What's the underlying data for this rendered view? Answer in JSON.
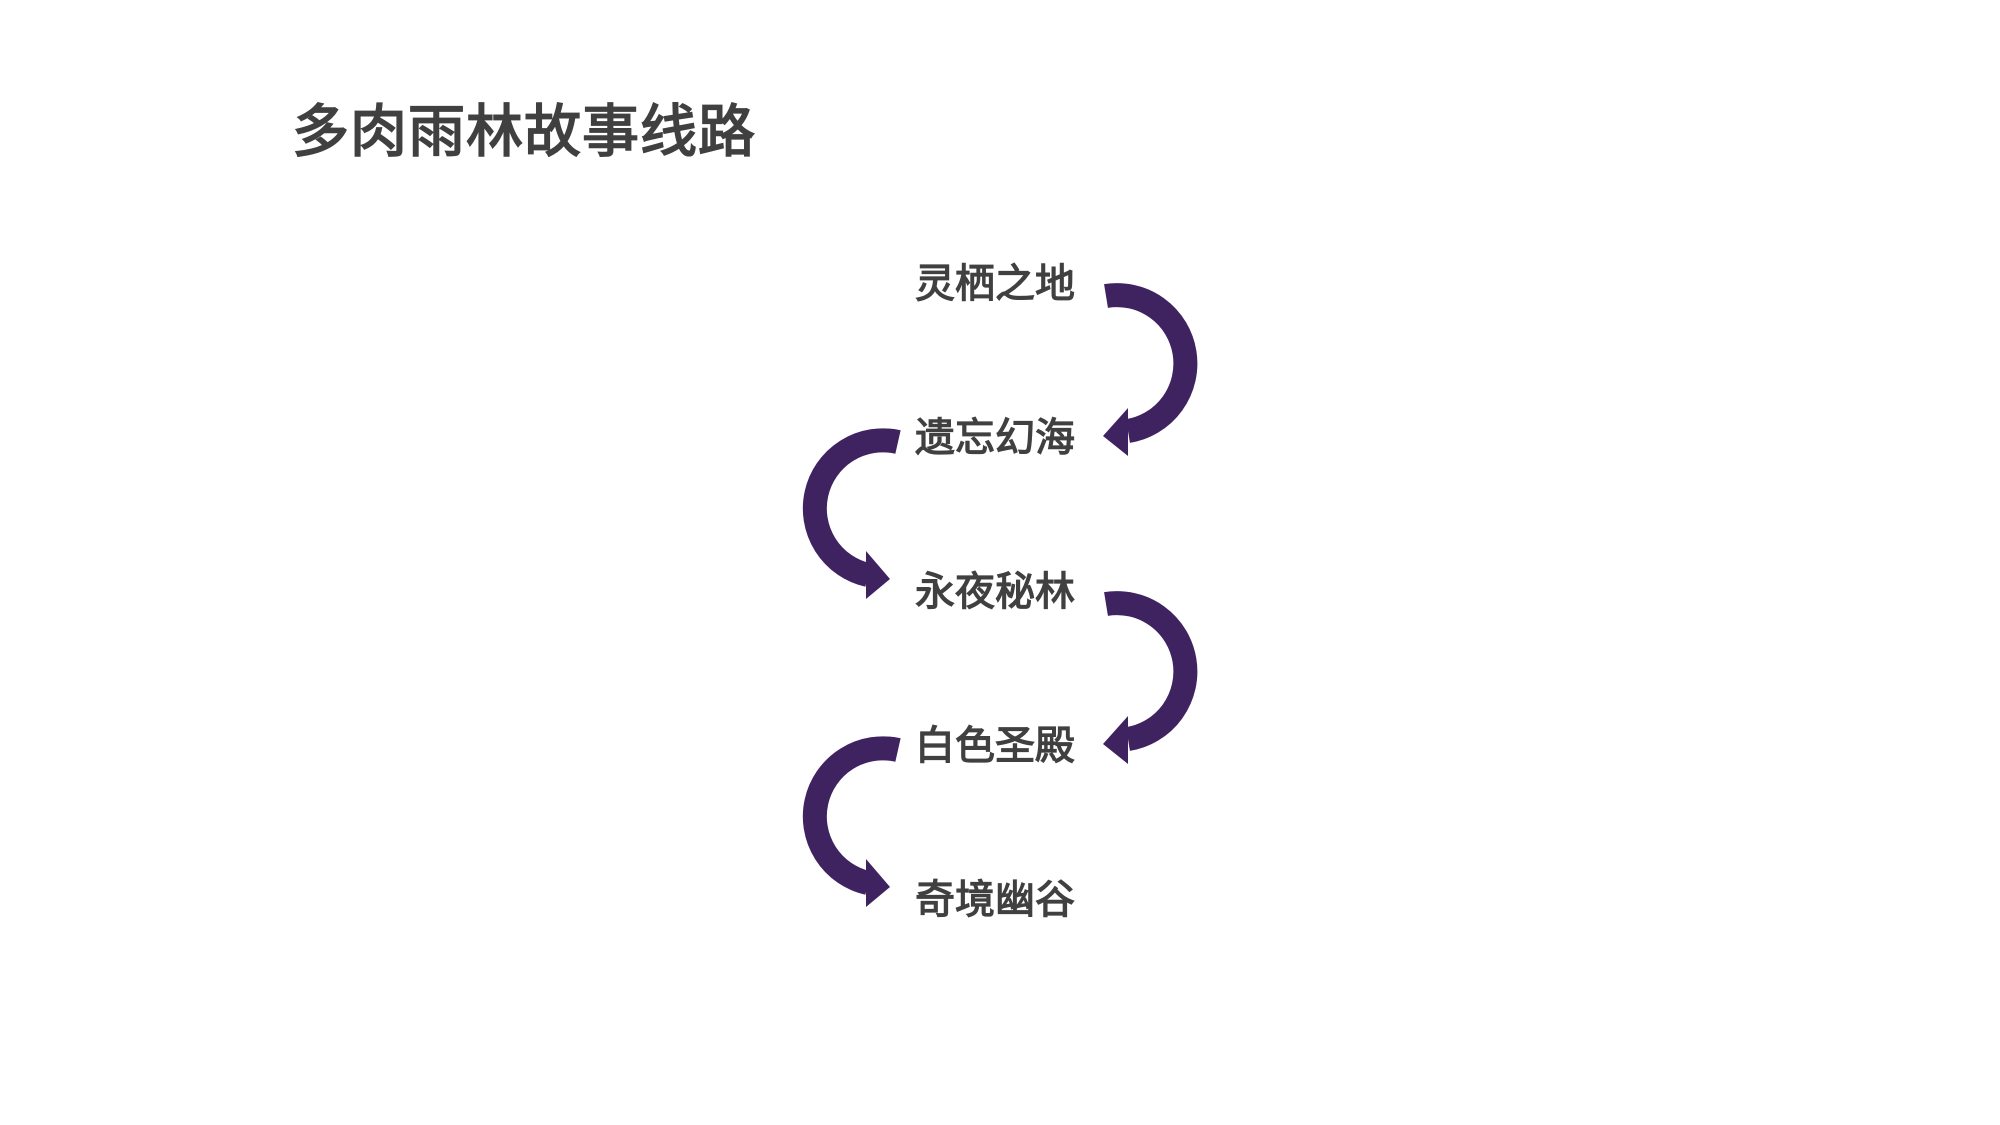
{
  "title": "多肉雨林故事线路",
  "accent_color": "#3f2360",
  "stages": [
    {
      "label": "灵栖之地"
    },
    {
      "label": "遗忘幻海"
    },
    {
      "label": "永夜秘林"
    },
    {
      "label": "白色圣殿"
    },
    {
      "label": "奇境幽谷"
    }
  ],
  "arrows": [
    {
      "from": "灵栖之地",
      "to": "遗忘幻海",
      "side": "right"
    },
    {
      "from": "遗忘幻海",
      "to": "永夜秘林",
      "side": "left"
    },
    {
      "from": "永夜秘林",
      "to": "白色圣殿",
      "side": "right"
    },
    {
      "from": "白色圣殿",
      "to": "奇境幽谷",
      "side": "left"
    }
  ]
}
